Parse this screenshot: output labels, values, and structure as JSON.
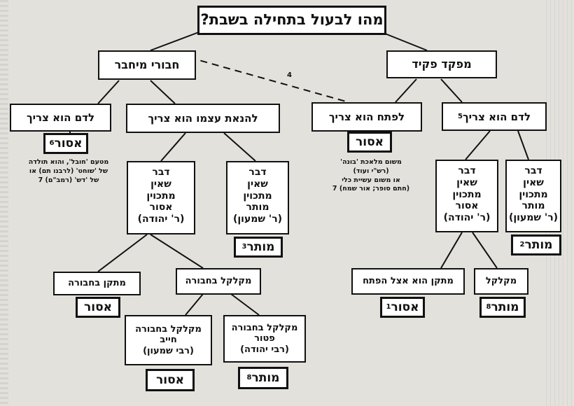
{
  "title": "מהו לבעול בתחילה בשבת?",
  "dashed_link_label": "4",
  "nodes": {
    "chiburei": "חבורי מיחבר",
    "mifkad": "מפקד פקיד",
    "ledam_left": "לדם הוא צריך",
    "hanaah": "להנאת עצמו הוא צריך",
    "petach": "לפתח הוא צריך",
    "ledam_right": "לדם הוא צריך",
    "ledam_right_sup": "5",
    "dvar_asur_mid": [
      "דבר",
      "שאין",
      "מתכוין",
      "אסור",
      "(ר' יהודה)"
    ],
    "dvar_mutar_mid": [
      "דבר",
      "שאין",
      "מתכוין",
      "מותר",
      "(ר' שמעון)"
    ],
    "dvar_asur_right": [
      "דבר",
      "שאין",
      "מתכוין",
      "אסור",
      "(ר' יהודה)"
    ],
    "dvar_mutar_right": [
      "דבר",
      "שאין",
      "מתכוין",
      "מותר",
      "(ר' שמעון)"
    ],
    "metaken_bechabura": "מתקן בחבורה",
    "mekalkel_bechabura": "מקלקל בחבורה",
    "metaken_petach": "מתקן הוא אצל הפתח",
    "mekalkel": "מקלקל",
    "mekalkel_chayav": [
      "מקלקל בחבורה",
      "חייב",
      "(רבי שמעון)"
    ],
    "mekalkel_patur": [
      "מקלקל בחבורה",
      "פטור",
      "(רבי יהודה)"
    ]
  },
  "verdicts": {
    "asur_ledam": {
      "text": "אסור",
      "sup": "6"
    },
    "asur_petach": {
      "text": "אסור",
      "sup": ""
    },
    "mutar_3": {
      "text": "מותר",
      "sup": "3"
    },
    "mutar_2": {
      "text": "מותר",
      "sup": "2"
    },
    "asur_metaken": {
      "text": "אסור",
      "sup": ""
    },
    "asur_1": {
      "text": "אסור",
      "sup": "1"
    },
    "mutar_8_right": {
      "text": "מותר",
      "sup": "8"
    },
    "asur_chayav": {
      "text": "אסור",
      "sup": ""
    },
    "mutar_8_mid": {
      "text": "מותר",
      "sup": "8"
    }
  },
  "notes": {
    "left": [
      "מטעם 'חובל', והוא תולדה",
      "של 'שוחט' (לרבנו תם) או",
      "של 'דש' (רמב\"ם) 7"
    ],
    "mid": [
      "משום מלאכת 'בונה'",
      "(רש\"י ועוד)",
      "או משום עשיית כלי",
      "(חתם סופר; אור שמח) 7"
    ]
  }
}
